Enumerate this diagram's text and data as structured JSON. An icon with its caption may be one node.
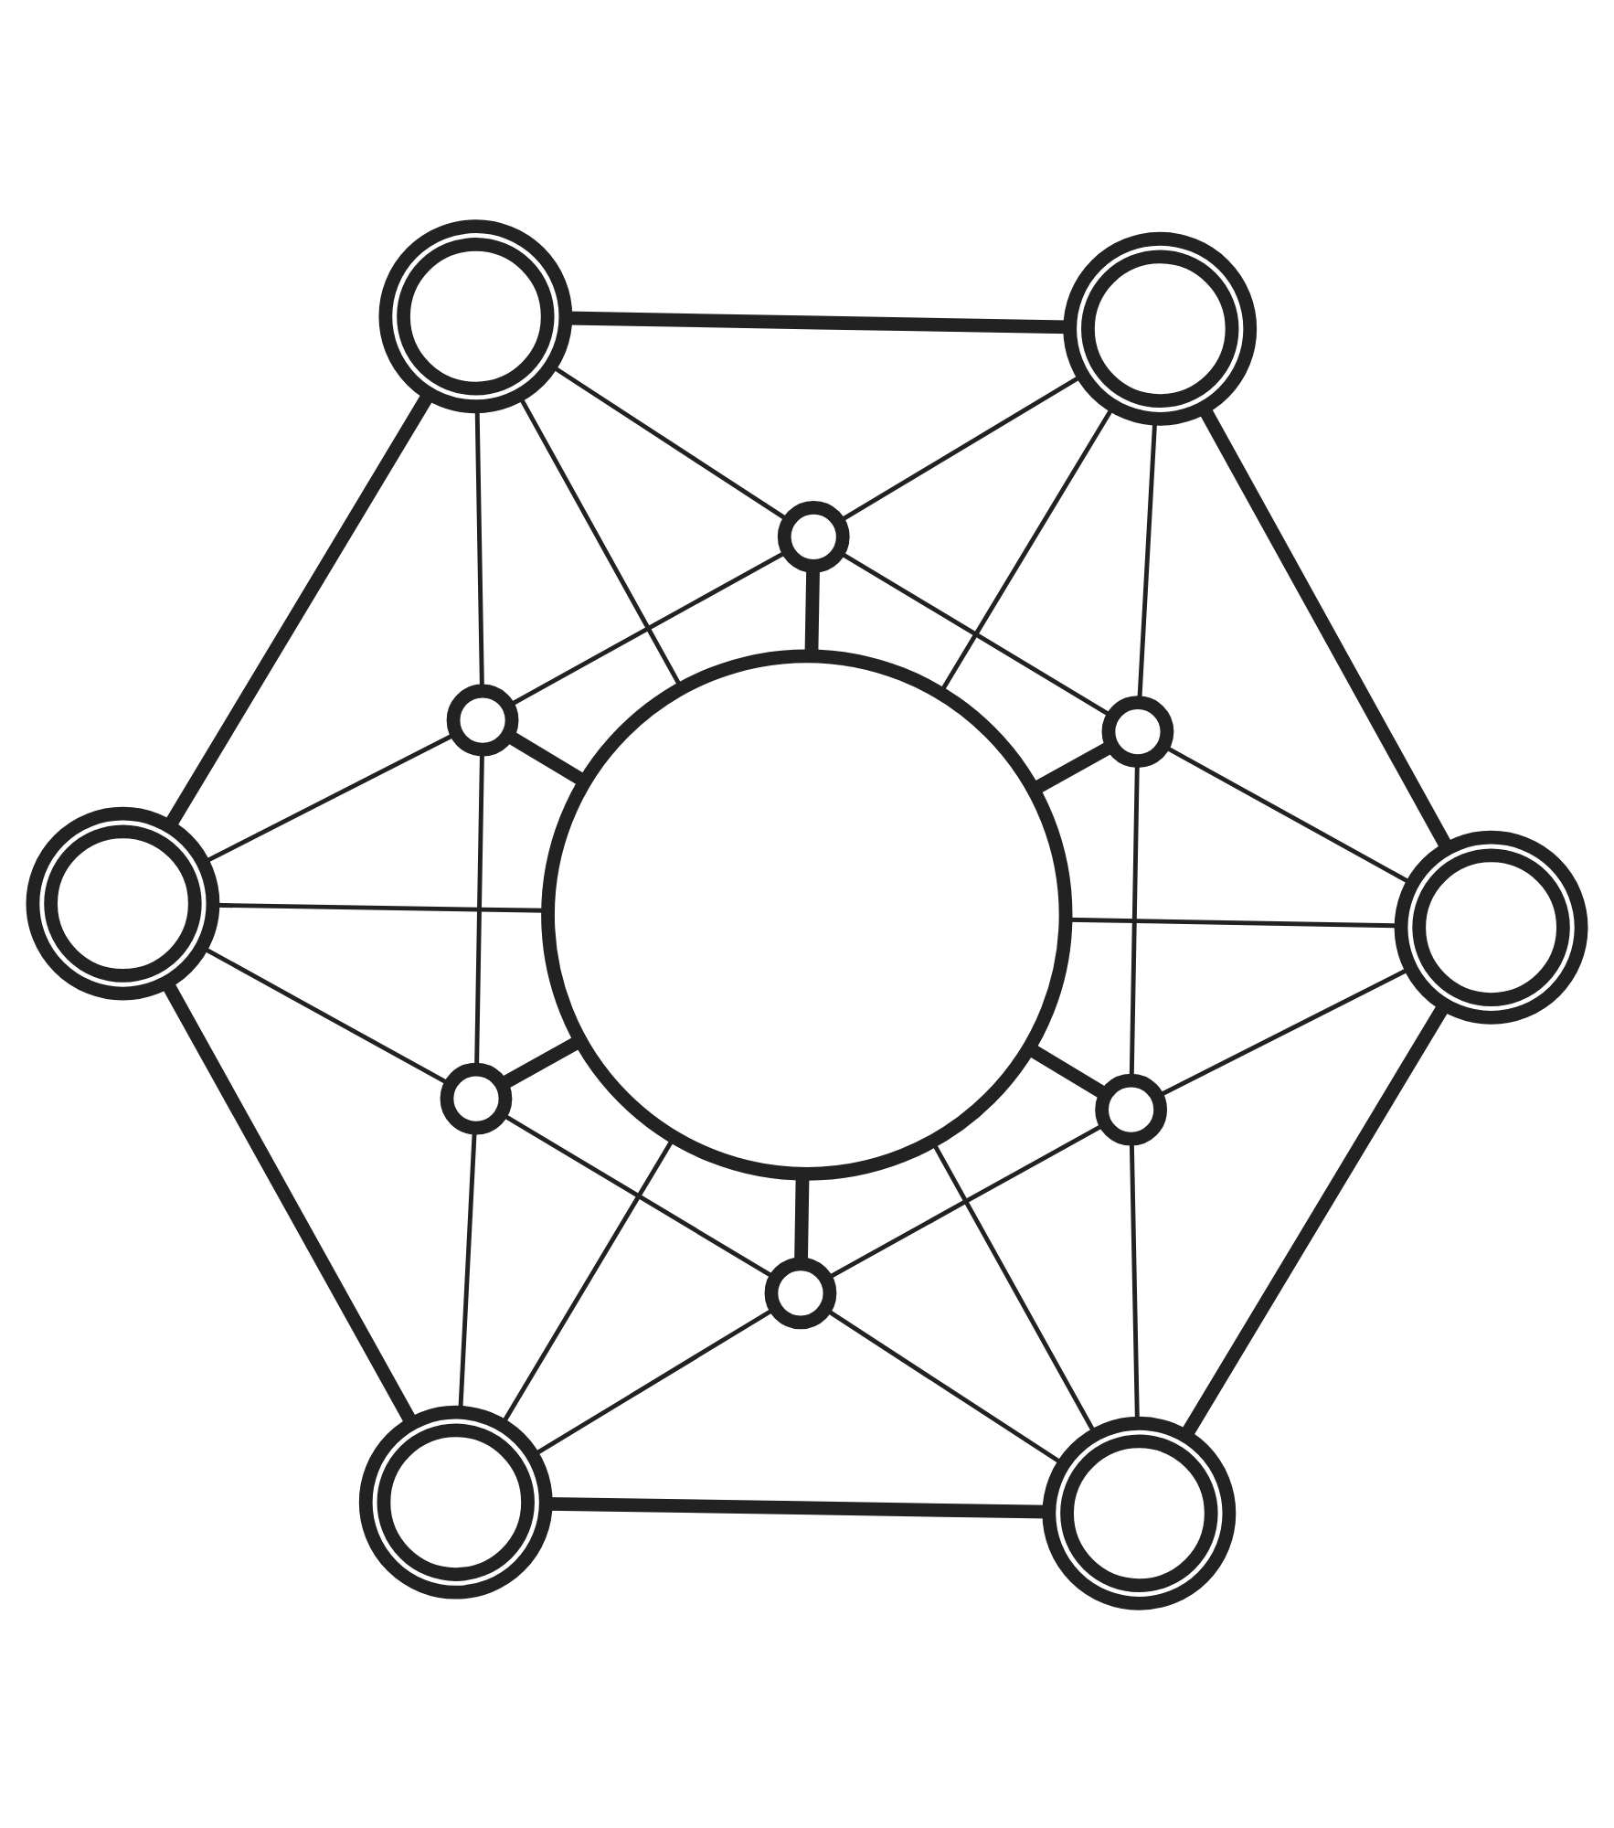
{
  "diagram": {
    "nodes": [
      {
        "text": [],
        "shape": "doublecircle"
      },
      {
        "text": [],
        "shape": "doublecircle"
      },
      {
        "text": [],
        "shape": "circle"
      },
      {
        "text": [],
        "shape": "circle"
      },
      {
        "text": [],
        "shape": "doublecircle"
      },
      {
        "text": [],
        "shape": "circle"
      },
      {
        "text": [],
        "shape": "circle"
      },
      {
        "text": [],
        "shape": "circle"
      },
      {
        "text": [],
        "shape": "doublecircle"
      },
      {
        "text": [],
        "shape": "circle"
      },
      {
        "text": [],
        "shape": "circle"
      },
      {
        "text": [],
        "shape": "doublecircle"
      },
      {
        "text": [],
        "shape": "doublecircle"
      }
    ],
    "edges": [
      {
        "from": 0,
        "to": 1,
        "arrow": "none",
        "style": "thick"
      },
      {
        "from": 0,
        "to": 4,
        "arrow": "none",
        "style": "thick"
      },
      {
        "from": 1,
        "to": 8,
        "arrow": "none",
        "style": "thick"
      },
      {
        "from": 4,
        "to": 11,
        "arrow": "none",
        "style": "thick"
      },
      {
        "from": 8,
        "to": 12,
        "arrow": "none",
        "style": "thick"
      },
      {
        "from": 11,
        "to": 12,
        "arrow": "none",
        "style": "thick"
      },
      {
        "from": 6,
        "to": 2,
        "arrow": "none",
        "style": "thick"
      },
      {
        "from": 6,
        "to": 3,
        "arrow": "none",
        "style": "thick"
      },
      {
        "from": 6,
        "to": 5,
        "arrow": "none",
        "style": "thick"
      },
      {
        "from": 6,
        "to": 7,
        "arrow": "none",
        "style": "thick"
      },
      {
        "from": 6,
        "to": 9,
        "arrow": "none",
        "style": "thick"
      },
      {
        "from": 6,
        "to": 10,
        "arrow": "none",
        "style": "thick"
      },
      {
        "from": 6,
        "to": 0,
        "arrow": "none"
      },
      {
        "from": 6,
        "to": 1,
        "arrow": "none"
      },
      {
        "from": 6,
        "to": 4,
        "arrow": "none"
      },
      {
        "from": 6,
        "to": 8,
        "arrow": "none"
      },
      {
        "from": 6,
        "to": 11,
        "arrow": "none"
      },
      {
        "from": 6,
        "to": 12,
        "arrow": "none"
      },
      {
        "from": 1,
        "to": 2,
        "arrow": "none"
      },
      {
        "from": 2,
        "to": 3,
        "arrow": "none"
      },
      {
        "from": 3,
        "to": 4,
        "arrow": "none"
      },
      {
        "from": 8,
        "to": 9,
        "arrow": "none"
      },
      {
        "from": 9,
        "to": 10,
        "arrow": "none"
      },
      {
        "from": 10,
        "to": 11,
        "arrow": "none"
      },
      {
        "from": 5,
        "to": 1,
        "arrow": "none"
      },
      {
        "from": 5,
        "to": 8,
        "arrow": "none"
      },
      {
        "from": 5,
        "to": 2,
        "arrow": "none"
      },
      {
        "from": 5,
        "to": 9,
        "arrow": "none"
      },
      {
        "from": 7,
        "to": 4,
        "arrow": "none"
      },
      {
        "from": 7,
        "to": 11,
        "arrow": "none"
      },
      {
        "from": 7,
        "to": 3,
        "arrow": "none"
      },
      {
        "from": 7,
        "to": 10,
        "arrow": "none"
      },
      {
        "from": 0,
        "to": 2,
        "arrow": "none"
      },
      {
        "from": 0,
        "to": 3,
        "arrow": "none"
      },
      {
        "from": 12,
        "to": 9,
        "arrow": "none"
      },
      {
        "from": 12,
        "to": 10,
        "arrow": "none"
      }
    ]
  }
}
